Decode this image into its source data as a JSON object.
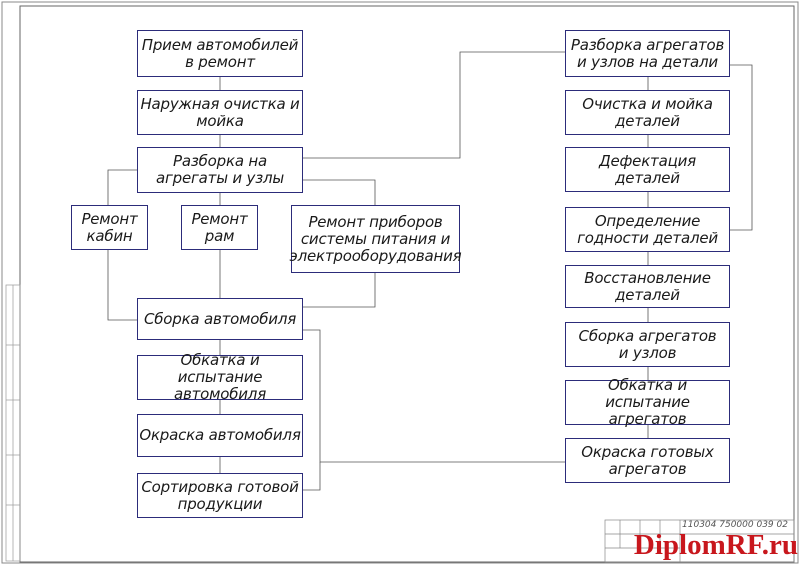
{
  "left_column": {
    "intake": "Прием автомобилей\nв ремонт",
    "outer_wash": "Наружная очистка и\nмойка",
    "disassembly": "Разборка на\nагрегаты и узлы",
    "cabin_repair": "Ремонт\nкабин",
    "frame_repair": "Ремонт\nрам",
    "fuel_elec_repair": "Ремонт приборов\nсистемы питания и\nэлектрооборудования",
    "vehicle_assembly": "Сборка автомобиля",
    "vehicle_runin": "Обкатка и испытание\nавтомобиля",
    "vehicle_paint": "Окраска автомобиля",
    "sorting": "Сортировка готовой\nпродукции"
  },
  "right_column": {
    "unit_disassembly": "Разборка агрегатов\nи узлов на детали",
    "parts_cleaning": "Очистка и мойка\nдеталей",
    "defect_detection": "Дефектация\nдеталей",
    "suitability": "Определение\nгодности деталей",
    "restoration": "Восстановление\nдеталей",
    "unit_assembly": "Сборка агрегатов\nи узлов",
    "unit_runin": "Обкатка и испытание\nагрегатов",
    "unit_paint": "Окраска готовых\nагрегатов"
  },
  "title_block": {
    "doc_code": "110304 750000 039 02"
  },
  "watermark": "DiplomRF.ru",
  "colors": {
    "box_border": "#2c2c7a",
    "line": "#555555",
    "watermark": "#c8171d"
  }
}
